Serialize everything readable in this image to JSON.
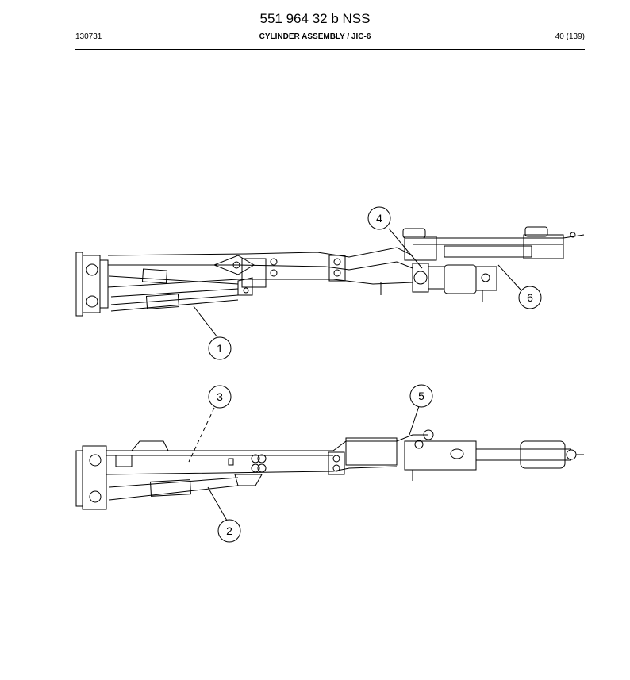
{
  "header": {
    "doc_number": "551 964 32 b NSS",
    "date_code": "130731",
    "section_title": "CYLINDER ASSEMBLY / JIC-6",
    "page": "40 (139)"
  },
  "callouts": {
    "c1": "1",
    "c2": "2",
    "c3": "3",
    "c4": "4",
    "c5": "5",
    "c6": "6"
  }
}
